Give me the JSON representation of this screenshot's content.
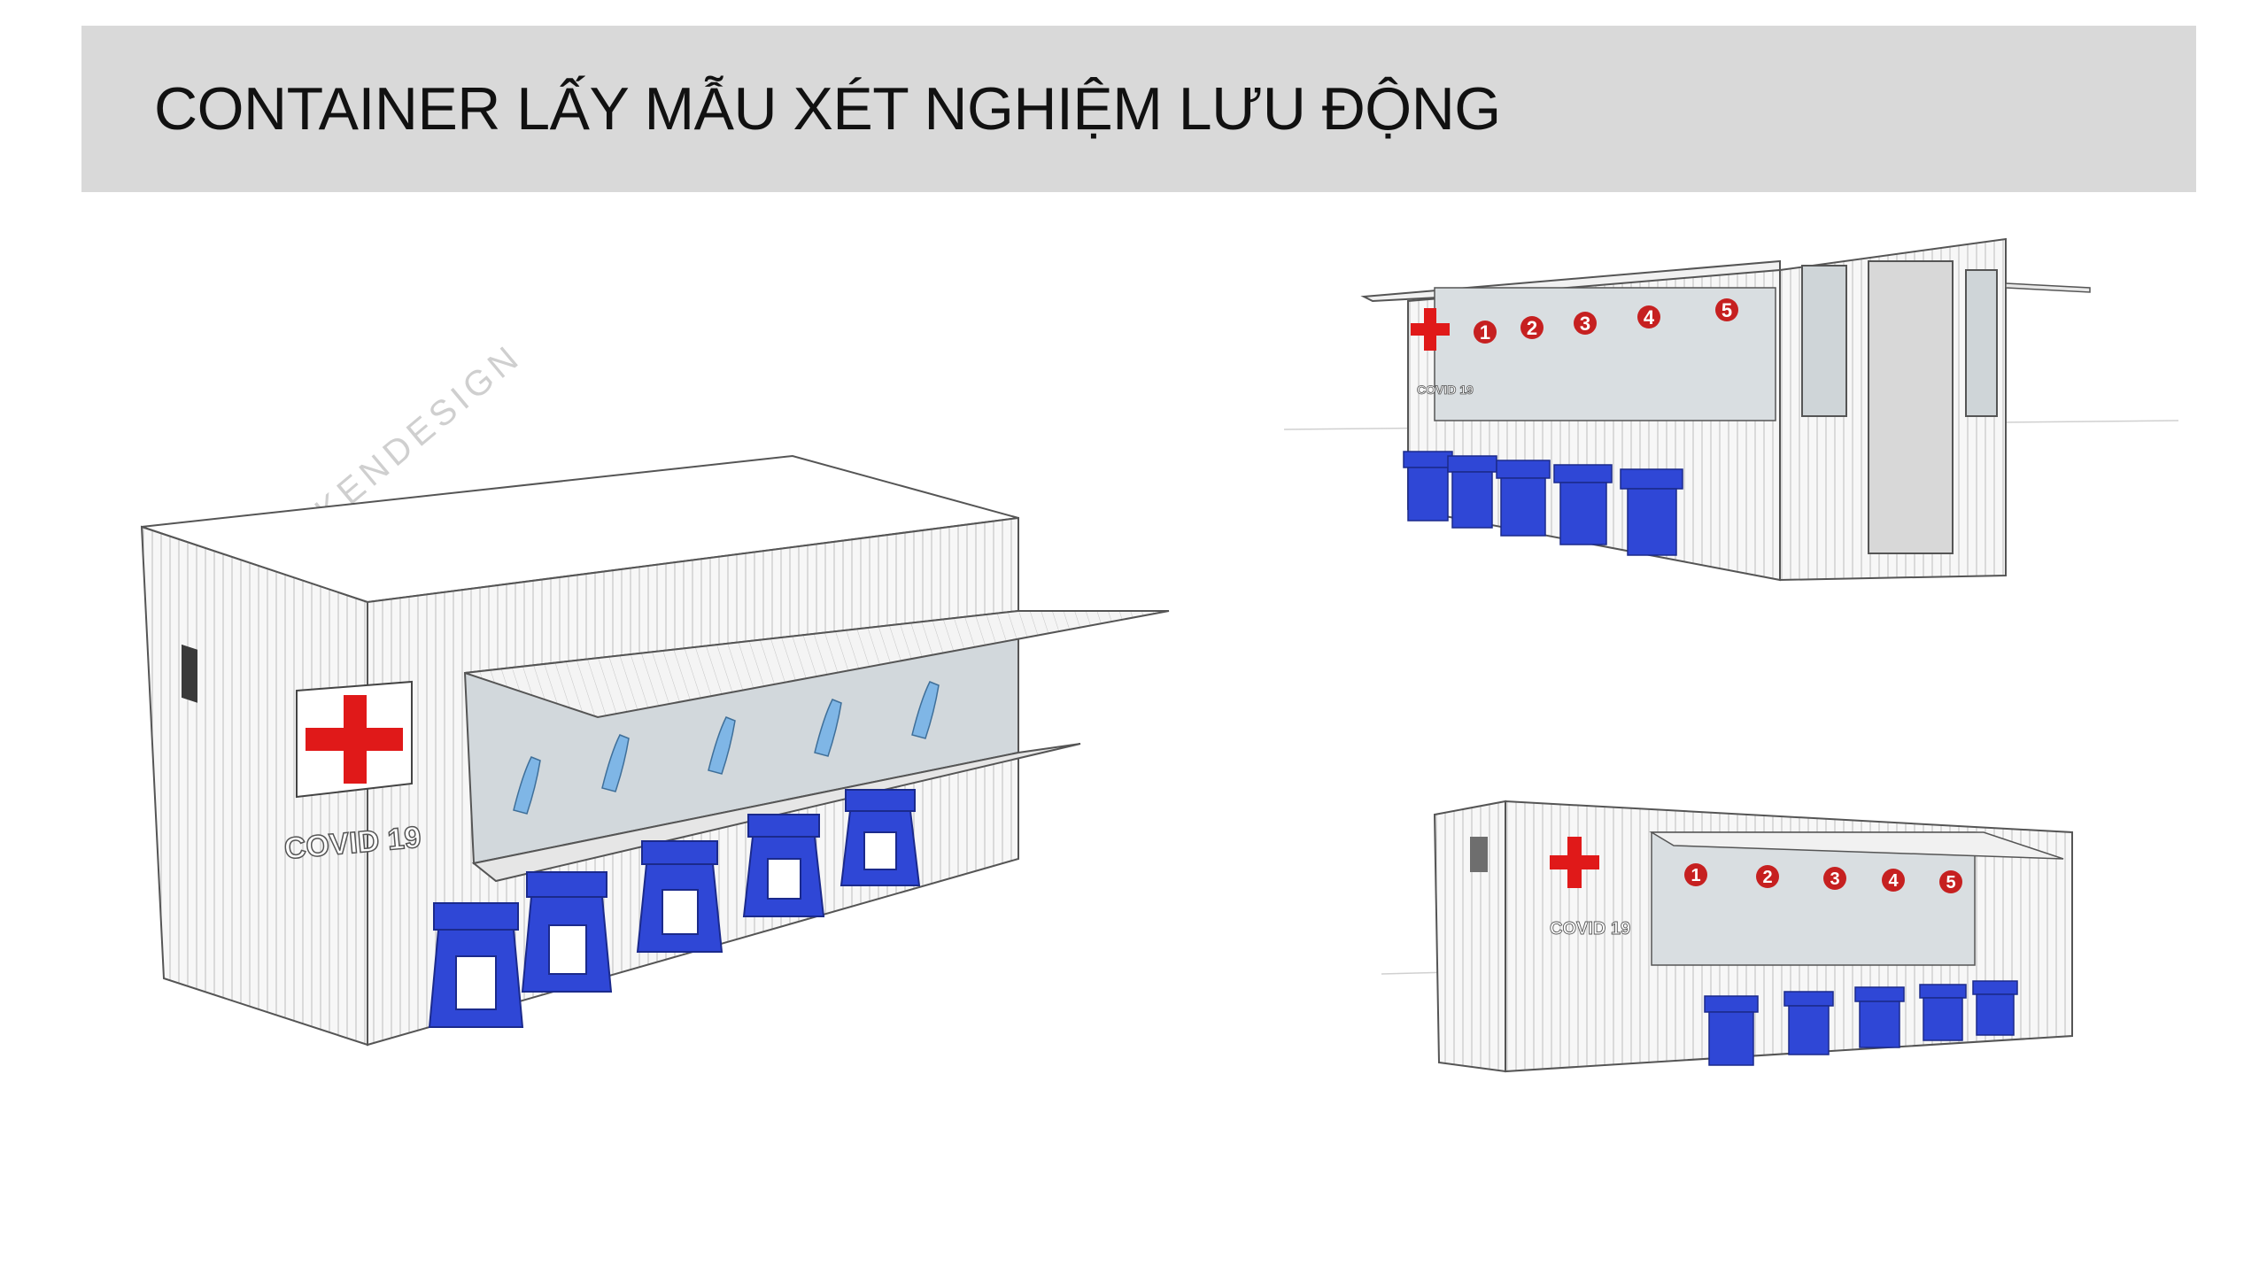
{
  "header": {
    "title": "CONTAINER LẤY MẪU XÉT NGHIỆM LƯU ĐỘNG"
  },
  "watermark": "KENDESIGN",
  "container_label": "COVID 19",
  "booth_numbers": [
    "1",
    "2",
    "3",
    "4",
    "5"
  ],
  "colors": {
    "title_bar": "#d9d9d9",
    "stool": "#2f47d6",
    "glove": "#7fb6e6",
    "red_cross": "#e01919",
    "number_badge": "#c62020"
  },
  "views": {
    "main": {
      "stool_count": 5
    },
    "side": {
      "stool_count": 5
    },
    "small": {
      "stool_count": 5
    }
  }
}
